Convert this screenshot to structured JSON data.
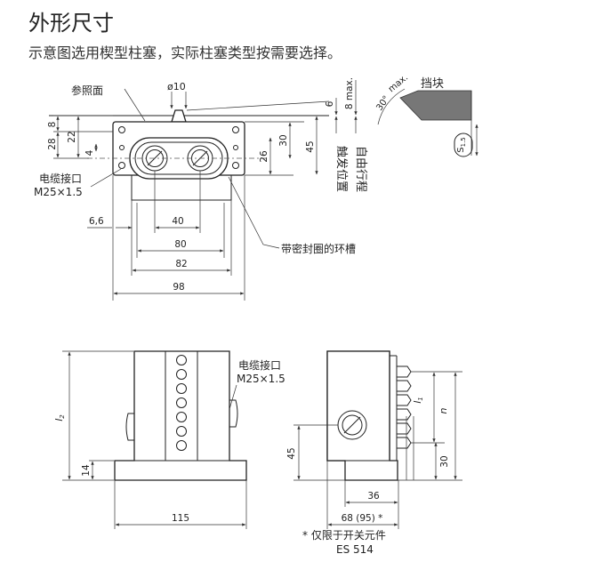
{
  "title": "外形尺寸",
  "subtitle": "示意图选用楔型柱塞，实际柱塞类型按需要选择。",
  "top_view": {
    "ref_surface": "参照面",
    "dia": "ø10",
    "cable_entry": "电缆接口",
    "thread": "M25×1.5",
    "seal_groove": "带密封圈的环槽",
    "d8": "8",
    "d22": "22",
    "d28": "28",
    "d4": "4",
    "d30": "30",
    "d26": "26",
    "d45": "45",
    "d6": "6",
    "d8max": "8 max.",
    "d30deg": "30°",
    "dmax": "max.",
    "d66": "6,6",
    "d40": "40",
    "d80": "80",
    "d82": "82",
    "d98": "98",
    "stop": "挡块",
    "trigger": "触发位置",
    "free_travel": "自由行程",
    "s": "S",
    "s_sub": "1.5"
  },
  "front_view": {
    "cable_entry": "电缆接口",
    "thread": "M25×1.5",
    "l2": "l",
    "l2_sub": "2",
    "d14": "14",
    "d115": "115"
  },
  "side_view": {
    "l1": "l",
    "l1_sub": "1",
    "n": "n",
    "d45": "45",
    "d30": "30",
    "d36": "36",
    "d68": "68 (95) *"
  },
  "footnote": {
    "line1": "* 仅限于开关元件",
    "line2": "ES 514"
  }
}
